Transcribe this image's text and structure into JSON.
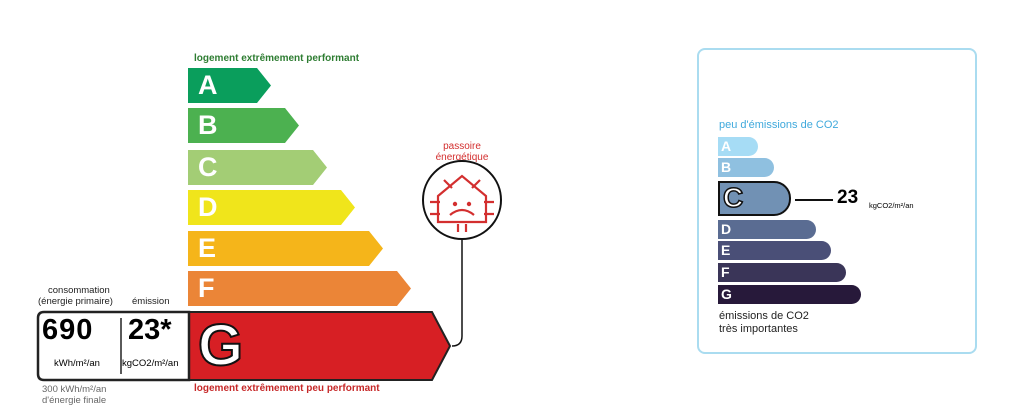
{
  "energy_label": {
    "top_caption": "logement extrêmement performant",
    "bottom_caption": "logement extrêmement peu performant",
    "classes": [
      {
        "letter": "A",
        "color": "#0a9e5c"
      },
      {
        "letter": "B",
        "color": "#4cb150"
      },
      {
        "letter": "C",
        "color": "#a3cd75"
      },
      {
        "letter": "D",
        "color": "#f0e51b"
      },
      {
        "letter": "E",
        "color": "#f5b51a"
      },
      {
        "letter": "F",
        "color": "#eb8537"
      },
      {
        "letter": "G",
        "color": "#d71f24"
      }
    ],
    "current_class": "G",
    "consumption_header": "consommation",
    "consumption_header2": "(énergie primaire)",
    "emission_header": "émission",
    "consumption_value": "690",
    "consumption_unit": "kWh/m²/an",
    "emission_value": "23*",
    "emission_unit": "kgCO2/m²/an",
    "final_energy_line1": "300 kWh/m²/an",
    "final_energy_line2": "d'énergie finale",
    "badge_line1": "passoire",
    "badge_line2": "énergétique"
  },
  "co2_label": {
    "top_caption": "peu d'émissions de CO2",
    "bottom_line1": "émissions de CO2",
    "bottom_line2": "très importantes",
    "classes": [
      {
        "letter": "A",
        "color": "#a6dcf5"
      },
      {
        "letter": "B",
        "color": "#8fc0e0"
      },
      {
        "letter": "C",
        "color": "#7191b4"
      },
      {
        "letter": "D",
        "color": "#5a6c92"
      },
      {
        "letter": "E",
        "color": "#4a4f77"
      },
      {
        "letter": "F",
        "color": "#3a3558"
      },
      {
        "letter": "G",
        "color": "#27193a"
      }
    ],
    "current_class": "C",
    "value": "23",
    "unit": "kgCO2/m²/an"
  }
}
